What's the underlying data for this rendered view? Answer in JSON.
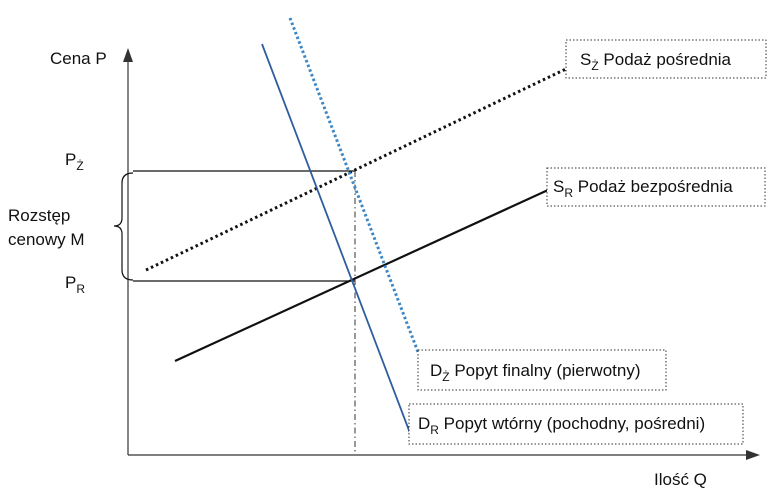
{
  "axes": {
    "y_label": "Cena P",
    "x_label": "Ilość Q"
  },
  "price_levels": {
    "pz_main": "P",
    "pz_sub": "Ż",
    "pr_main": "P",
    "pr_sub": "R"
  },
  "price_range": {
    "line1": "Rozstęp",
    "line2": "cenowy M"
  },
  "curves": {
    "sz": {
      "main": "S",
      "sub": "Ż",
      "text": " Podaż pośrednia"
    },
    "sr": {
      "main": "S",
      "sub": "R",
      "text": " Podaż bezpośrednia"
    },
    "dz": {
      "main": "D",
      "sub": "Ż",
      "text": " Popyt finalny (pierwotny)"
    },
    "dr": {
      "main": "D",
      "sub": "R",
      "text": " Popyt wtórny (pochodny, pośredni)"
    }
  },
  "colors": {
    "axis": "#333333",
    "supply": "#111111",
    "demand_secondary": "#2f5d9e",
    "demand_final": "#3b86c6"
  }
}
